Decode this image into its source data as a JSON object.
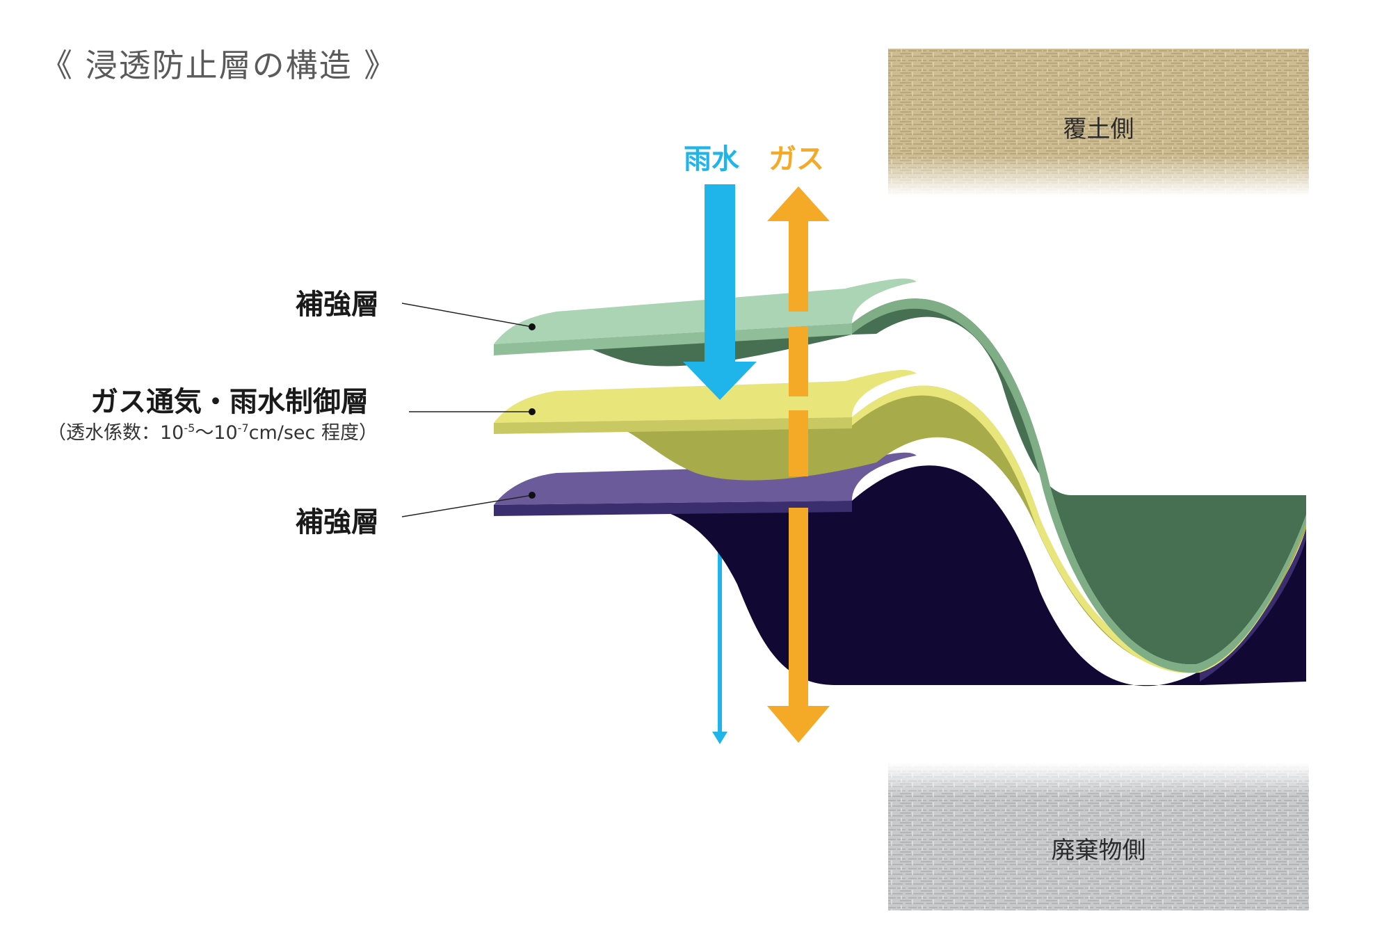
{
  "title": "《 浸透防止層の構造 》",
  "labels": {
    "reinforcement_top": "補強層",
    "control_layer": "ガス通気・雨水制御層",
    "control_sub_prefix": "（透水係数：10",
    "control_sub_exp1": "-5",
    "control_sub_mid": "～10",
    "control_sub_exp2": "-7",
    "control_sub_suffix": "cm/sec 程度）",
    "reinforcement_bottom": "補強層"
  },
  "flows": {
    "rain": "雨水",
    "gas": "ガス"
  },
  "panels": {
    "soil_side": "覆土側",
    "waste_side": "廃棄物側"
  },
  "colors": {
    "rain": "#1fb5ea",
    "gas": "#f4aa27",
    "top_layer_face": "#aad4b4",
    "top_layer_body": "#476f52",
    "mid_layer_face": "#e8e67a",
    "mid_layer_body": "#a8ab4a",
    "bottom_layer_face": "#6b5b9b",
    "bottom_layer_body": "#110934",
    "soil": "#cdbb91",
    "waste": "#c9cacc"
  }
}
